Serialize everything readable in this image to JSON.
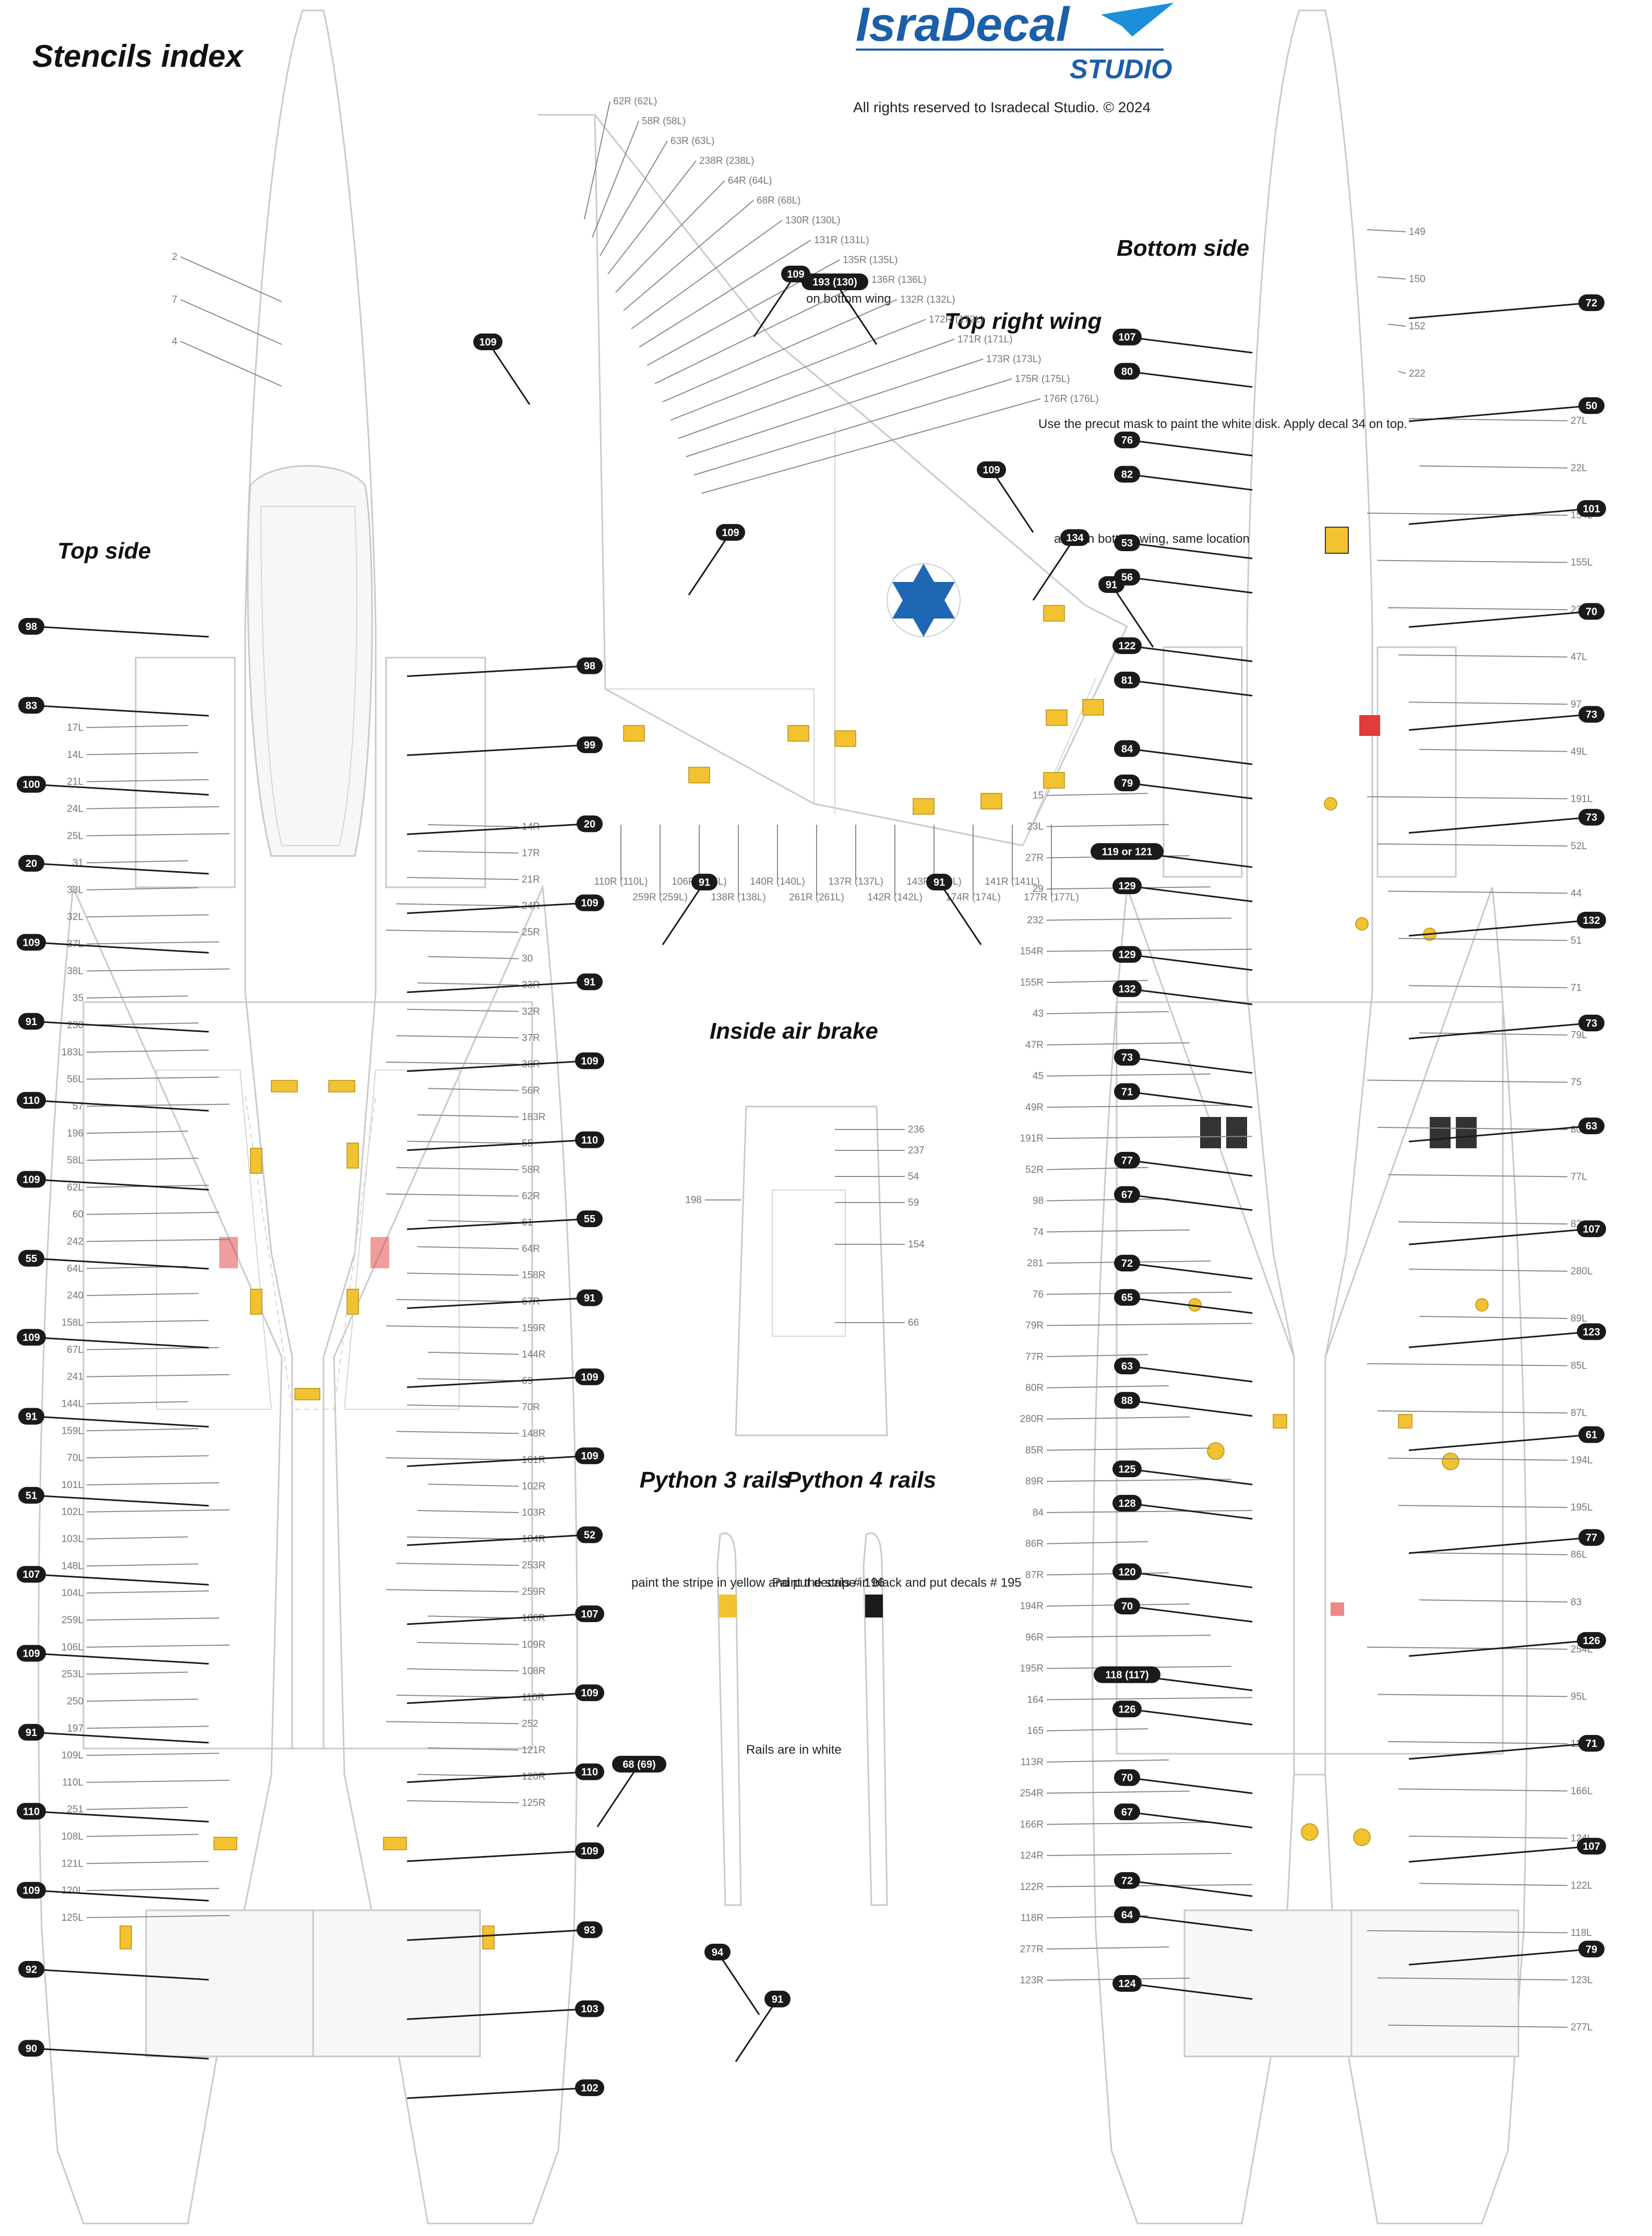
{
  "header": {
    "brand": "IsraDecal",
    "brand_sub": "STUDIO",
    "copyright": "All rights reserved to Isradecal Studio. © 2024",
    "page_title": "Stencils index"
  },
  "sections": {
    "top_side": "Top side",
    "bottom_side": "Bottom side",
    "top_right_wing": "Top right wing",
    "inside_air_brake": "Inside air brake",
    "python3": "Python 3 rails",
    "python4": "Python 4 rails"
  },
  "notes": {
    "roundel": "Use the precut mask to paint the white disk. Apply decal 34 on top.",
    "note_134": "also on bottom wing, same location",
    "note_193": "on bottom wing",
    "python3_note": "paint the stripe in yellow and put decals # 196",
    "python4_note": "Paint the stripe in black and put decals # 195",
    "rails_note": "Rails are in white"
  },
  "colors": {
    "brand": "#1b5fa8",
    "roundel_star": "#1f66b3",
    "decal_yellow": "#f2c230",
    "decal_red": "#e23b3b",
    "bubble": "#1a1a1a",
    "leader": "#8a8a8a"
  },
  "labels_top_left": [
    "17L",
    "14L",
    "21L",
    "24L",
    "25L",
    "31",
    "33L",
    "32L",
    "37L",
    "38L",
    "35",
    "230",
    "183L",
    "56L",
    "57",
    "196",
    "58L",
    "62L",
    "60",
    "242",
    "64L",
    "240",
    "158L",
    "67L",
    "241",
    "144L",
    "159L",
    "70L",
    "101L",
    "102L",
    "103L",
    "148L",
    "104L",
    "259L",
    "106L",
    "253L",
    "250",
    "197",
    "109L",
    "110L",
    "251",
    "108L",
    "121L",
    "120L",
    "125L"
  ],
  "labels_top_right": [
    "14R",
    "17R",
    "21R",
    "24R",
    "25R",
    "30",
    "33R",
    "32R",
    "37R",
    "38R",
    "56R",
    "183R",
    "55",
    "58R",
    "62R",
    "61",
    "64R",
    "158R",
    "67R",
    "159R",
    "144R",
    "69",
    "70R",
    "148R",
    "101R",
    "102R",
    "103R",
    "104R",
    "253R",
    "259R",
    "106R",
    "109R",
    "108R",
    "110R",
    "252",
    "121R",
    "120R",
    "125R"
  ],
  "labels_top_nose": [
    "2",
    "7",
    "4"
  ],
  "labels_wing_top": [
    "62R (62L)",
    "58R (58L)",
    "63R (63L)",
    "238R (238L)",
    "64R (64L)",
    "68R (68L)",
    "130R (130L)",
    "131R (131L)",
    "135R (135L)",
    "136R (136L)",
    "132R (132L)",
    "172R (172L)",
    "171R (171L)",
    "173R (173L)",
    "175R (175L)",
    "176R (176L)"
  ],
  "labels_wing_bottom": [
    "110R (110L)",
    "259R (259L)",
    "106R (106L)",
    "138R (138L)",
    "140R (140L)",
    "261R (261L)",
    "137R (137L)",
    "142R (142L)",
    "143R (143L)",
    "174R (174L)",
    "141R (141L)",
    "177R (177L)"
  ],
  "labels_air_brake": [
    "236",
    "237",
    "54",
    "59",
    "154",
    "66",
    "198"
  ],
  "labels_bottom_left": [
    "15",
    "23L",
    "27R",
    "29",
    "232",
    "154R",
    "155R",
    "43",
    "47R",
    "45",
    "49R",
    "191R",
    "52R",
    "98",
    "74",
    "281",
    "76",
    "79R",
    "77R",
    "80R",
    "280R",
    "85R",
    "89R",
    "84",
    "86R",
    "87R",
    "194R",
    "96R",
    "195R",
    "164",
    "165",
    "113R",
    "254R",
    "166R",
    "124R",
    "122R",
    "118R",
    "277R",
    "123R"
  ],
  "labels_bottom_right": [
    "149",
    "150",
    "152",
    "222",
    "27L",
    "22L",
    "154L",
    "155L",
    "235",
    "47L",
    "97",
    "49L",
    "191L",
    "52L",
    "44",
    "51",
    "71",
    "79L",
    "75",
    "80L",
    "77L",
    "82",
    "280L",
    "89L",
    "85L",
    "87L",
    "194L",
    "195L",
    "86L",
    "83",
    "254L",
    "95L",
    "113L",
    "166L",
    "124L",
    "122L",
    "118L",
    "123L",
    "277L"
  ],
  "bubbles_top": [
    "98",
    "98",
    "83",
    "99",
    "100",
    "20",
    "20",
    "109",
    "109",
    "91",
    "91",
    "109",
    "110",
    "110",
    "109",
    "55",
    "55",
    "91",
    "109",
    "109",
    "91",
    "109",
    "51",
    "52",
    "107",
    "107",
    "109",
    "109",
    "91",
    "110",
    "110",
    "109",
    "109",
    "93",
    "92",
    "103",
    "90",
    "102"
  ],
  "bubbles_wing": [
    "109",
    "109",
    "193 (130)",
    "109",
    "109",
    "134",
    "91",
    "91",
    "91",
    "68 (69)",
    "94",
    "91"
  ],
  "bubbles_bottom": [
    "72",
    "107",
    "80",
    "50",
    "76",
    "82",
    "101",
    "53",
    "56",
    "70",
    "122",
    "81",
    "73",
    "84",
    "79",
    "73",
    "119 or 121",
    "129",
    "132",
    "129",
    "132",
    "73",
    "73",
    "71",
    "63",
    "77",
    "67",
    "107",
    "72",
    "65",
    "123",
    "63",
    "88",
    "61",
    "125",
    "128",
    "77",
    "120",
    "70",
    "126",
    "118 (117)",
    "126",
    "71",
    "70",
    "67",
    "107",
    "72",
    "64",
    "79",
    "124"
  ]
}
